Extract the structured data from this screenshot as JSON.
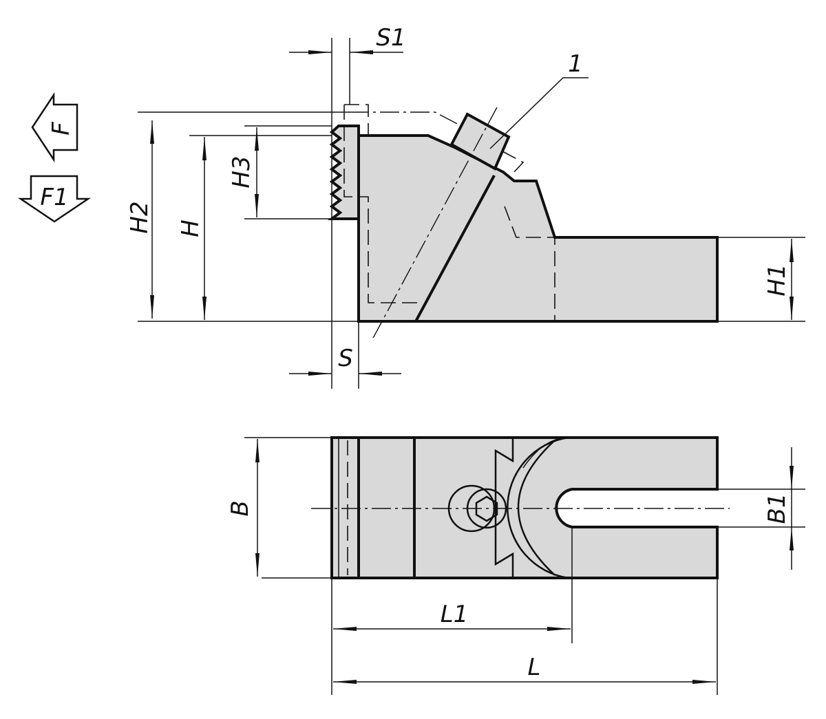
{
  "labels": {
    "force": "F",
    "force_vertical": "F1",
    "item_1": "1",
    "S1": "S1",
    "S": "S",
    "H2": "H2",
    "H": "H",
    "H3": "H3",
    "H1": "H1",
    "B": "B",
    "B1": "B1",
    "L1": "L1",
    "L": "L"
  }
}
